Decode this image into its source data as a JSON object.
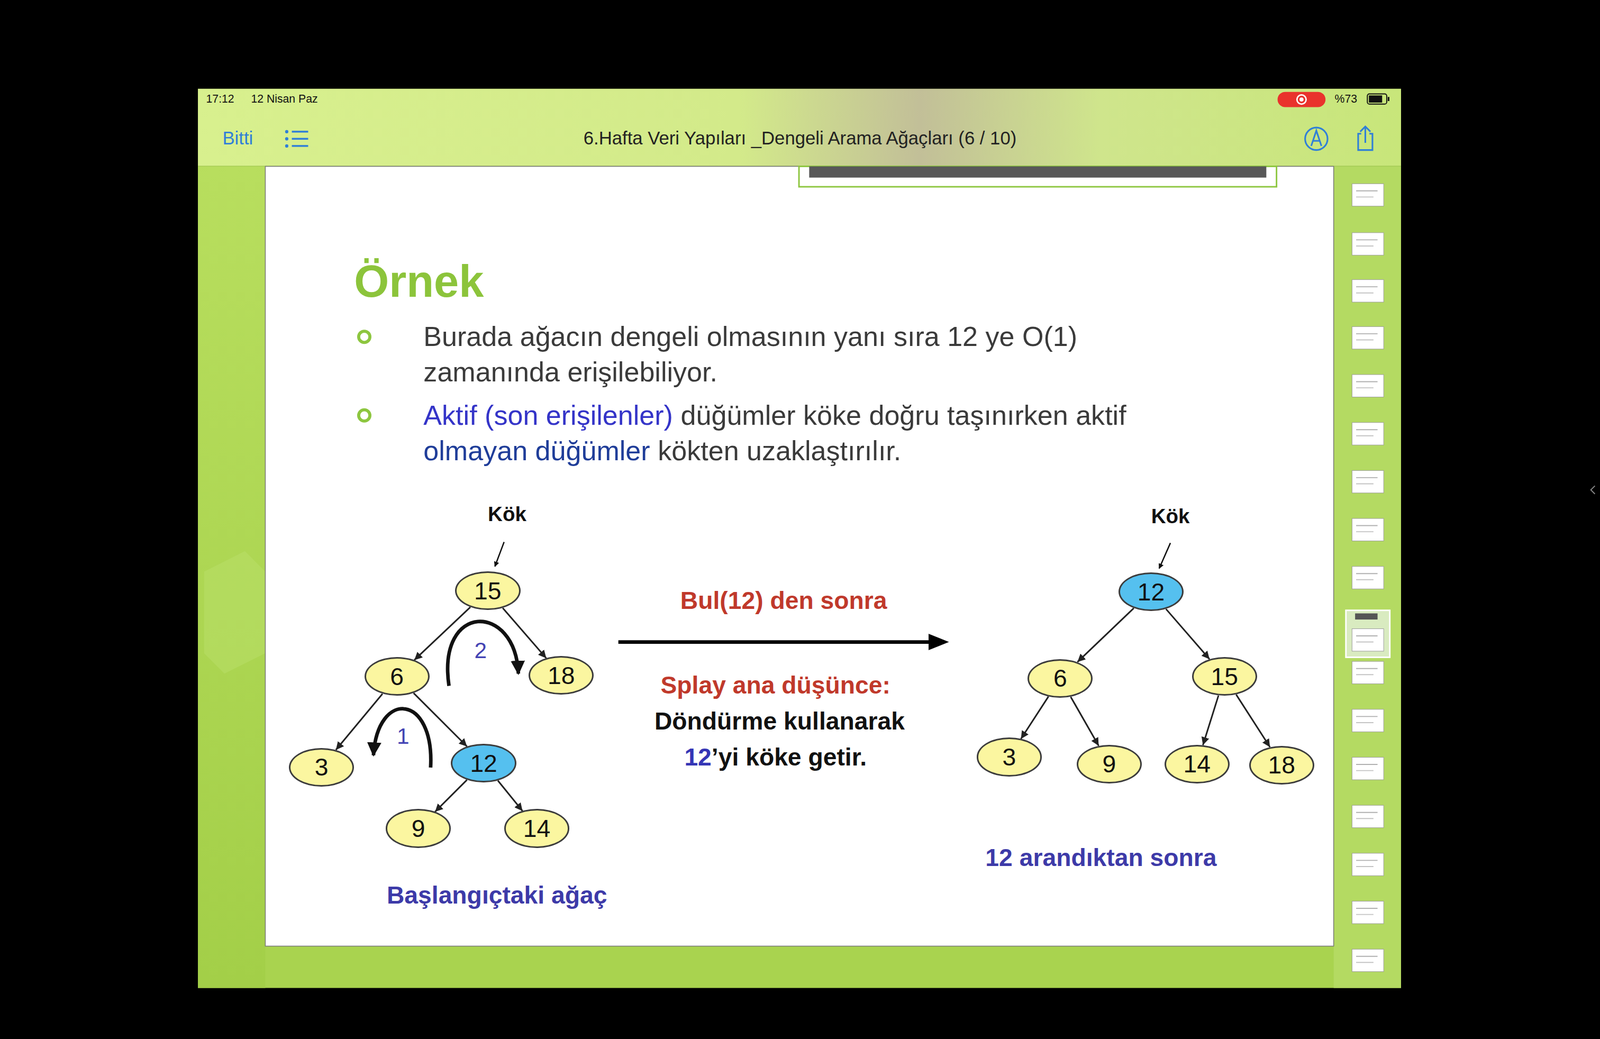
{
  "diagram": {
    "title": "Örnek",
    "nodes": [
      {
        "text": [
          "15"
        ]
      },
      {
        "text": [
          "6"
        ]
      },
      {
        "text": [
          "18"
        ]
      },
      {
        "text": [
          "3"
        ]
      },
      {
        "text": [
          "12"
        ]
      },
      {
        "text": [
          "9"
        ]
      },
      {
        "text": [
          "14"
        ]
      },
      {
        "text": [
          "12"
        ]
      },
      {
        "text": [
          "6"
        ]
      },
      {
        "text": [
          "15"
        ]
      },
      {
        "text": [
          "3"
        ]
      },
      {
        "text": [
          "9"
        ]
      },
      {
        "text": [
          "14"
        ]
      },
      {
        "text": [
          "18"
        ]
      }
    ],
    "edges": [
      {
        "from": 0,
        "to": 1,
        "arrow": "to"
      },
      {
        "from": 0,
        "to": 2,
        "arrow": "to"
      },
      {
        "from": 1,
        "to": 3,
        "arrow": "to"
      },
      {
        "from": 1,
        "to": 4,
        "arrow": "to"
      },
      {
        "from": 4,
        "to": 5,
        "arrow": "to"
      },
      {
        "from": 4,
        "to": 6,
        "arrow": "to"
      },
      {
        "from": 7,
        "to": 8,
        "arrow": "to"
      },
      {
        "from": 7,
        "to": 9,
        "arrow": "to"
      },
      {
        "from": 8,
        "to": 10,
        "arrow": "to"
      },
      {
        "from": 8,
        "to": 11,
        "arrow": "to"
      },
      {
        "from": 9,
        "to": 12,
        "arrow": "to"
      },
      {
        "from": 9,
        "to": 13,
        "arrow": "to"
      }
    ],
    "labels": [
      "17:12",
      "12 Nisan Paz",
      "%73",
      "Bitti",
      "6.Hafta Veri Yapıları _Dengeli Arama Ağaçları (6 / 10)",
      "Burada ağacın dengeli olmasının yanı sıra 12 ye O(1) zamanında erişilebiliyor.",
      "Aktif (son erişilenler)",
      "düğümler köke doğru taşınırken aktif",
      "olmayan düğümler",
      "kökten uzaklaştırılır.",
      "Kök",
      "Kök",
      "1",
      "2",
      "Bul(12) den sonra",
      "Splay ana düşünce:",
      "Döndürme kullanarak",
      "12",
      "’yi köke getir.",
      "Başlangıçtaki ağaç",
      "12 arandıktan sonra"
    ]
  }
}
